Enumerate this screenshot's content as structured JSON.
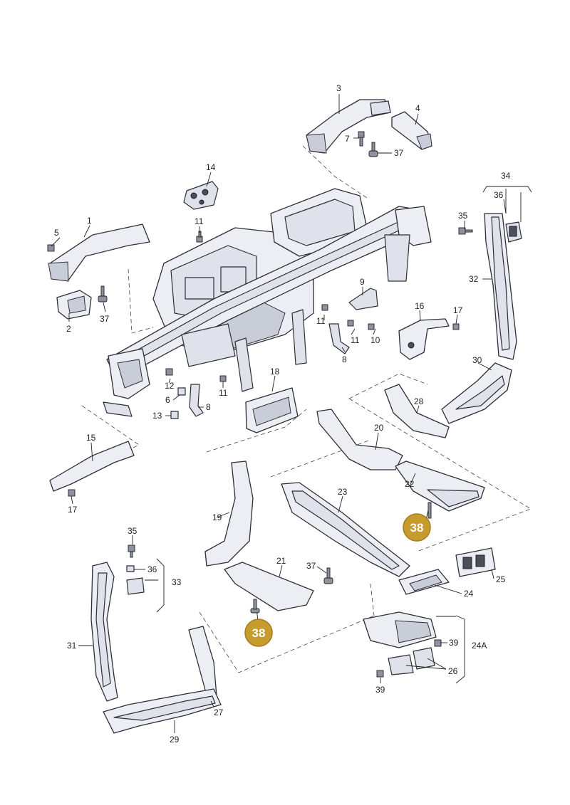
{
  "callouts": [
    {
      "id": "c3",
      "text": "3"
    },
    {
      "id": "c4",
      "text": "4"
    },
    {
      "id": "c7",
      "text": "7"
    },
    {
      "id": "c37a",
      "text": "37"
    },
    {
      "id": "c14",
      "text": "14"
    },
    {
      "id": "c34",
      "text": "34"
    },
    {
      "id": "c36a",
      "text": "36"
    },
    {
      "id": "c35a",
      "text": "35"
    },
    {
      "id": "c32",
      "text": "32"
    },
    {
      "id": "c5",
      "text": "5"
    },
    {
      "id": "c1",
      "text": "1"
    },
    {
      "id": "c11a",
      "text": "11"
    },
    {
      "id": "c2",
      "text": "2"
    },
    {
      "id": "c37b",
      "text": "37"
    },
    {
      "id": "c9",
      "text": "9"
    },
    {
      "id": "c16",
      "text": "16"
    },
    {
      "id": "c17a",
      "text": "17"
    },
    {
      "id": "c11b",
      "text": "11"
    },
    {
      "id": "c11c",
      "text": "11"
    },
    {
      "id": "c10",
      "text": "10"
    },
    {
      "id": "c8",
      "text": "8"
    },
    {
      "id": "c30",
      "text": "30"
    },
    {
      "id": "c18",
      "text": "18"
    },
    {
      "id": "c12",
      "text": "12"
    },
    {
      "id": "c11d",
      "text": "11"
    },
    {
      "id": "c6",
      "text": "6"
    },
    {
      "id": "c8b",
      "text": "8"
    },
    {
      "id": "c13",
      "text": "13"
    },
    {
      "id": "c28",
      "text": "28"
    },
    {
      "id": "c20",
      "text": "20"
    },
    {
      "id": "c15",
      "text": "15"
    },
    {
      "id": "c17b",
      "text": "17"
    },
    {
      "id": "c23",
      "text": "23"
    },
    {
      "id": "c22",
      "text": "22"
    },
    {
      "id": "c19",
      "text": "19"
    },
    {
      "id": "c35b",
      "text": "35"
    },
    {
      "id": "c36b",
      "text": "36"
    },
    {
      "id": "c33",
      "text": "33"
    },
    {
      "id": "c21",
      "text": "21"
    },
    {
      "id": "c37c",
      "text": "37"
    },
    {
      "id": "c25",
      "text": "25"
    },
    {
      "id": "c24",
      "text": "24"
    },
    {
      "id": "c39a",
      "text": "39"
    },
    {
      "id": "c24A",
      "text": "24A"
    },
    {
      "id": "c26",
      "text": "26"
    },
    {
      "id": "c39b",
      "text": "39"
    },
    {
      "id": "c31",
      "text": "31"
    },
    {
      "id": "c27",
      "text": "27"
    },
    {
      "id": "c29",
      "text": "29"
    }
  ],
  "badges": [
    {
      "id": "b38a",
      "text": "38"
    },
    {
      "id": "b38b",
      "text": "38"
    }
  ],
  "colors": {
    "badge": "#c79b2e",
    "badge_ring": "#a57d1c"
  }
}
